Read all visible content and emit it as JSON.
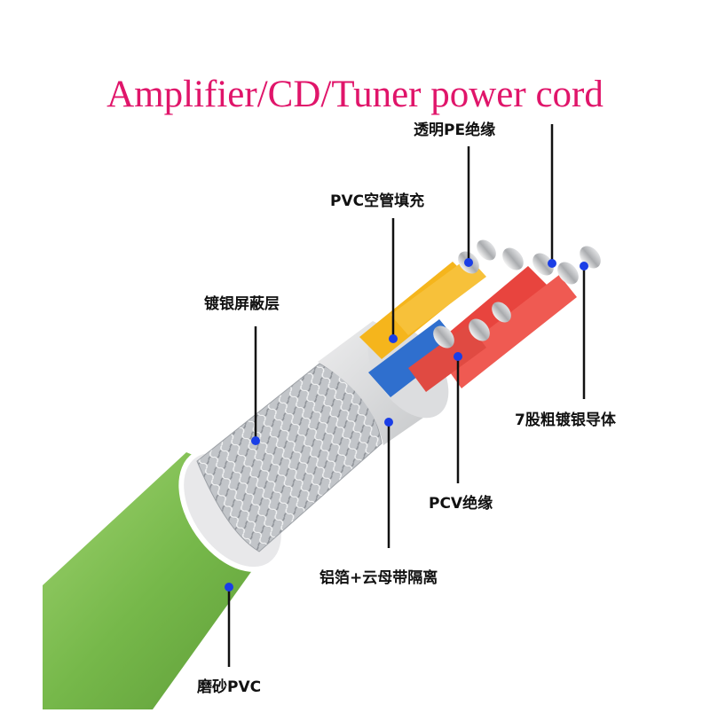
{
  "title": "Amplifier/CD/Tuner power cord",
  "colors": {
    "title": "#e0156a",
    "jacket": "#76b84a",
    "braid": "#c7c9cc",
    "foil": "#d9dadc",
    "yellow": "#f5b51c",
    "red": "#e8443e",
    "blue": "#2f6fce",
    "marker": "#1a3ee6"
  },
  "labels": {
    "pe_insulation": "透明PE绝缘",
    "pvc_filler": "PVC空管填充",
    "silver_shield": "镀银屏蔽层",
    "conductor": "7股粗镀银导体",
    "pcv_insulation": "PCV绝缘",
    "foil_mica": "铝箔+云母带隔离",
    "matte_pvc": "磨砂PVC"
  }
}
